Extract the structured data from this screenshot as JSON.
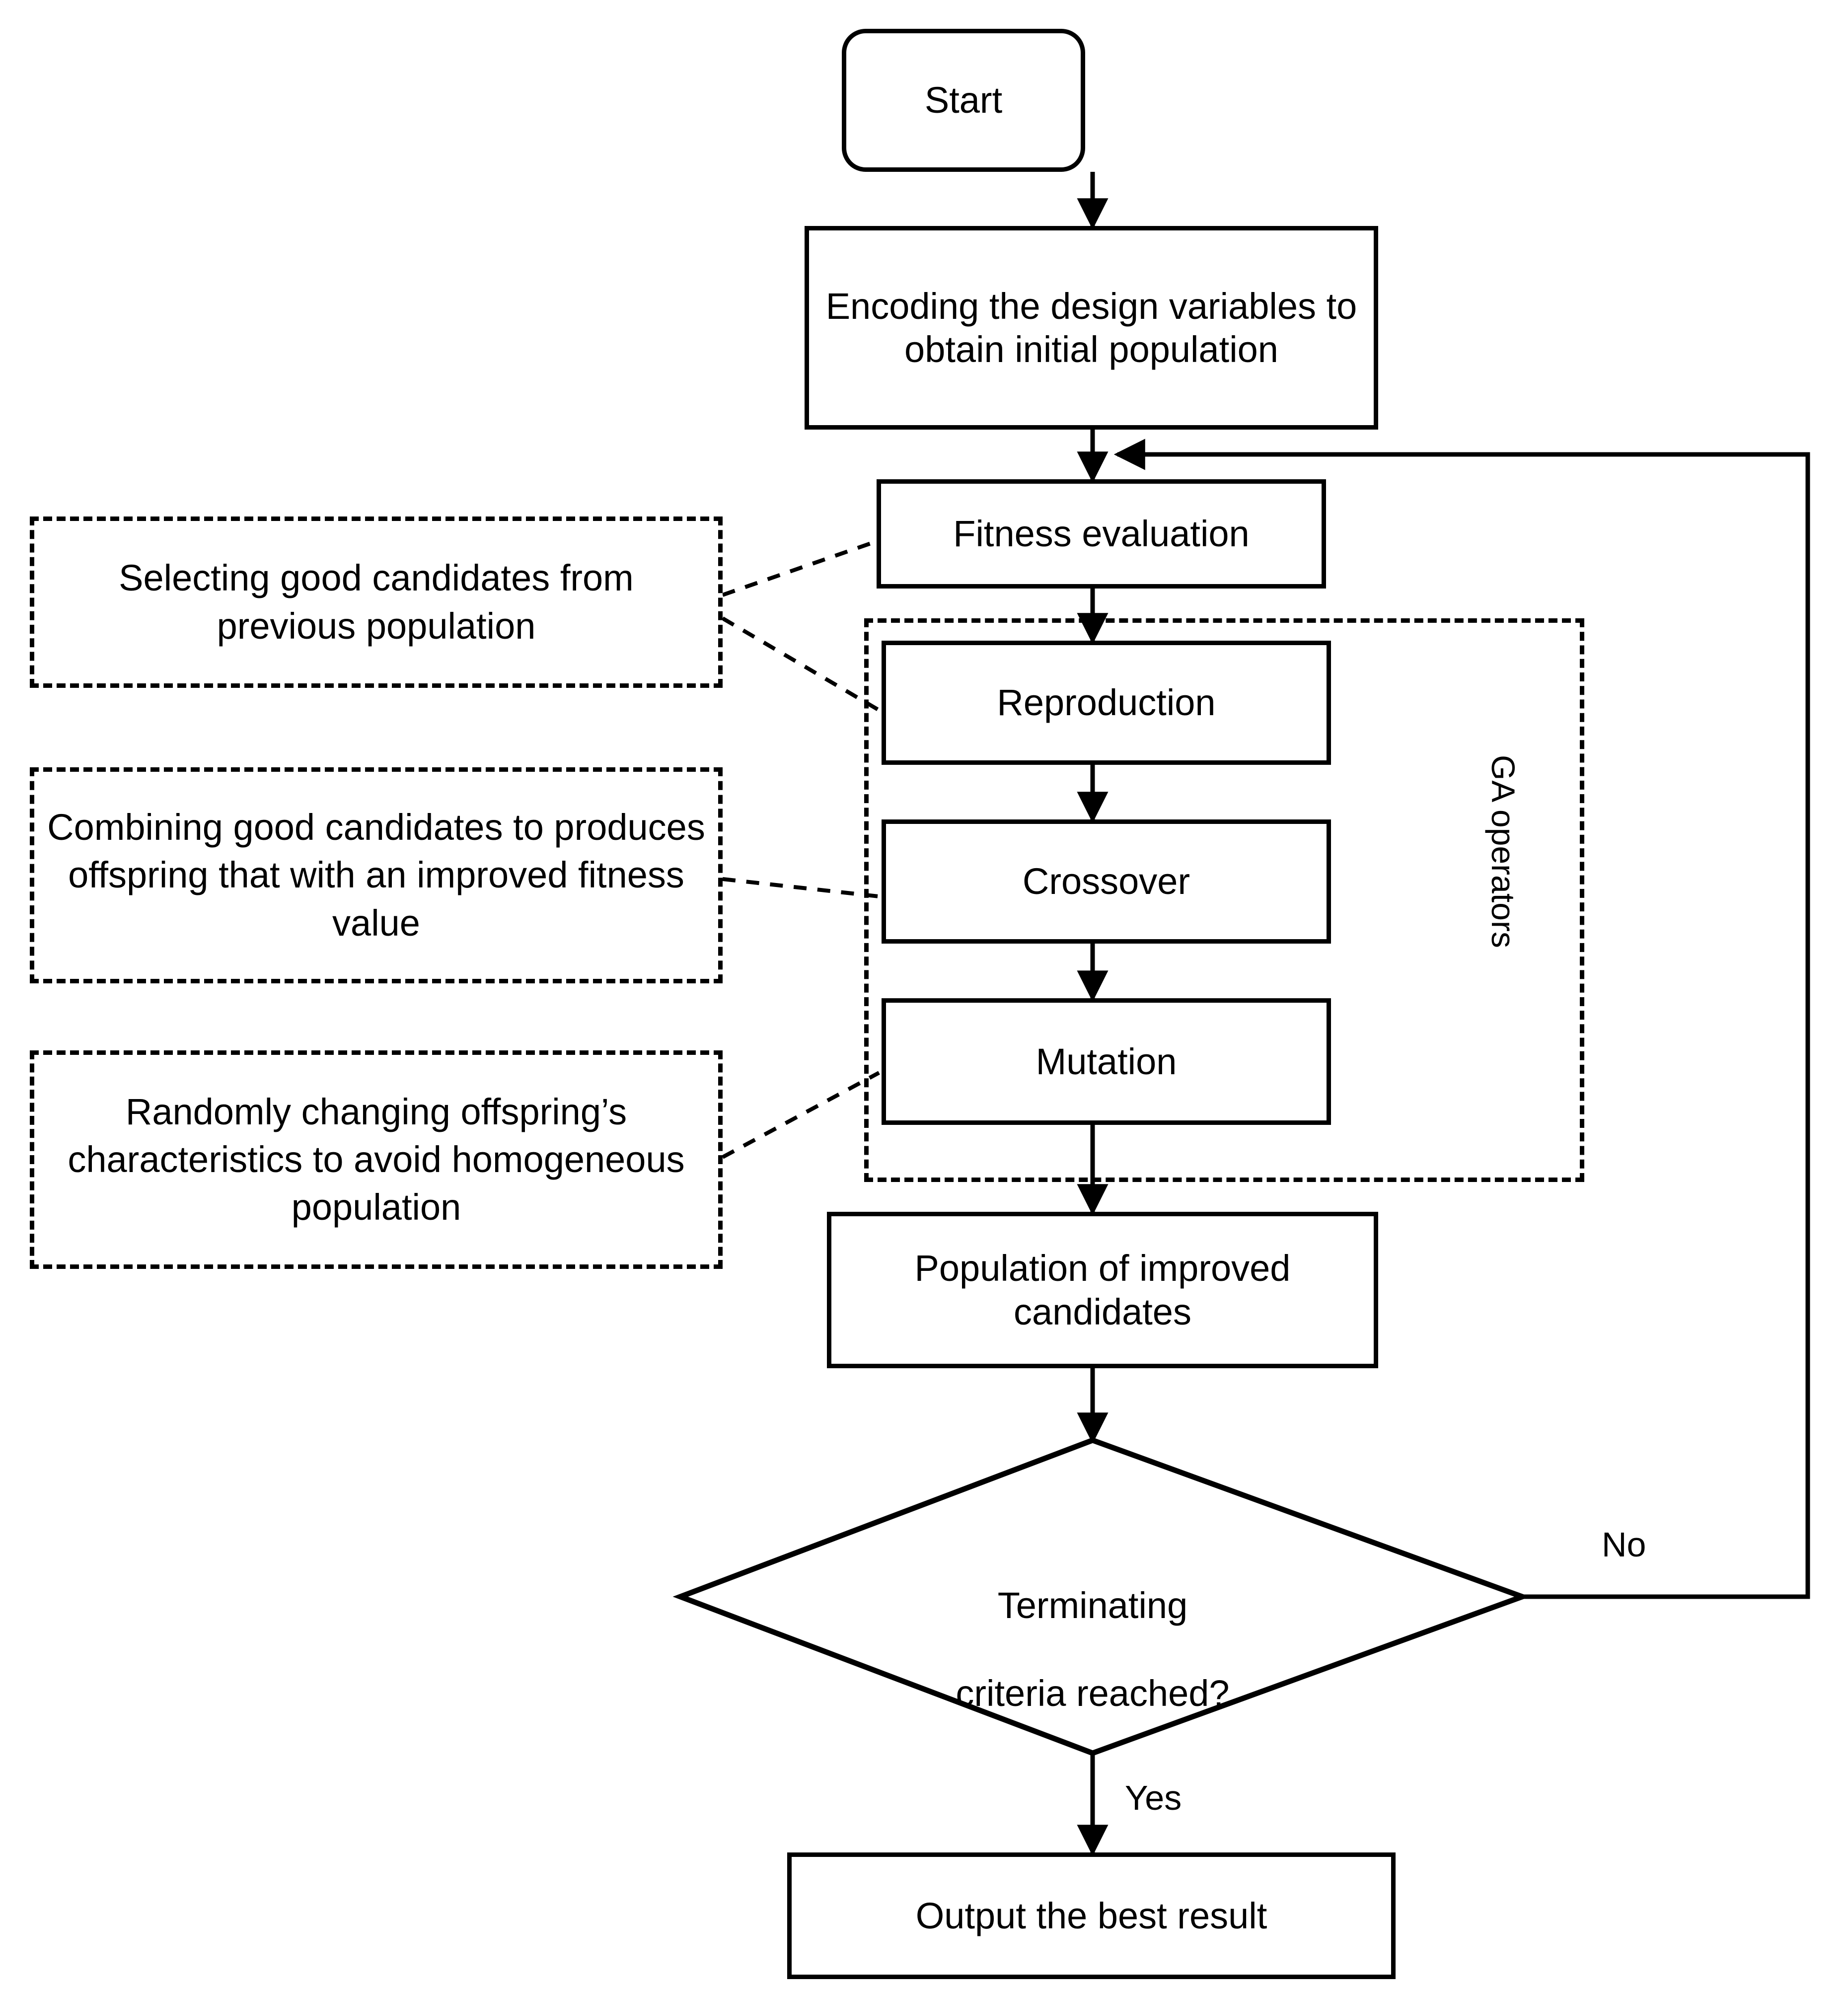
{
  "diagram": {
    "title": "Genetic Algorithm Flowchart",
    "type": "flowchart",
    "stroke_color": "#000000",
    "background_color": "#ffffff"
  },
  "nodes": {
    "start": {
      "label": "Start",
      "shape": "terminator"
    },
    "encoding": {
      "label": "Encoding the design variables to obtain initial population",
      "shape": "process"
    },
    "fitness": {
      "label": "Fitness evaluation",
      "shape": "process"
    },
    "reproduction": {
      "label": "Reproduction",
      "shape": "process"
    },
    "crossover": {
      "label": "Crossover",
      "shape": "process"
    },
    "mutation": {
      "label": "Mutation",
      "shape": "process"
    },
    "improved": {
      "label": "Population of improved candidates",
      "shape": "process"
    },
    "decision": {
      "label_line1": "Terminating",
      "label_line2": "criteria reached?",
      "shape": "decision"
    },
    "output": {
      "label": "Output the best result",
      "shape": "process"
    }
  },
  "group": {
    "ga_operators_label": "GA operators",
    "members": [
      "reproduction",
      "crossover",
      "mutation"
    ]
  },
  "annotations": [
    {
      "id": "selection-note",
      "text": "Selecting good candidates from previous population",
      "targets": [
        "fitness",
        "reproduction"
      ]
    },
    {
      "id": "crossover-note",
      "text": "Combining good candidates to produces offspring that with an improved fitness value",
      "targets": [
        "crossover"
      ]
    },
    {
      "id": "mutation-note",
      "text": "Randomly changing offspring’s characteristics to avoid homogeneous population",
      "targets": [
        "mutation"
      ]
    }
  ],
  "edges": [
    {
      "from": "start",
      "to": "encoding",
      "label": ""
    },
    {
      "from": "encoding",
      "to": "fitness",
      "label": ""
    },
    {
      "from": "fitness",
      "to": "reproduction",
      "label": ""
    },
    {
      "from": "reproduction",
      "to": "crossover",
      "label": ""
    },
    {
      "from": "crossover",
      "to": "mutation",
      "label": ""
    },
    {
      "from": "mutation",
      "to": "improved",
      "label": ""
    },
    {
      "from": "improved",
      "to": "decision",
      "label": ""
    },
    {
      "from": "decision",
      "to": "output",
      "label": "Yes"
    },
    {
      "from": "decision",
      "to": "fitness",
      "label": "No"
    }
  ],
  "edge_labels": {
    "yes": "Yes",
    "no": "No"
  }
}
